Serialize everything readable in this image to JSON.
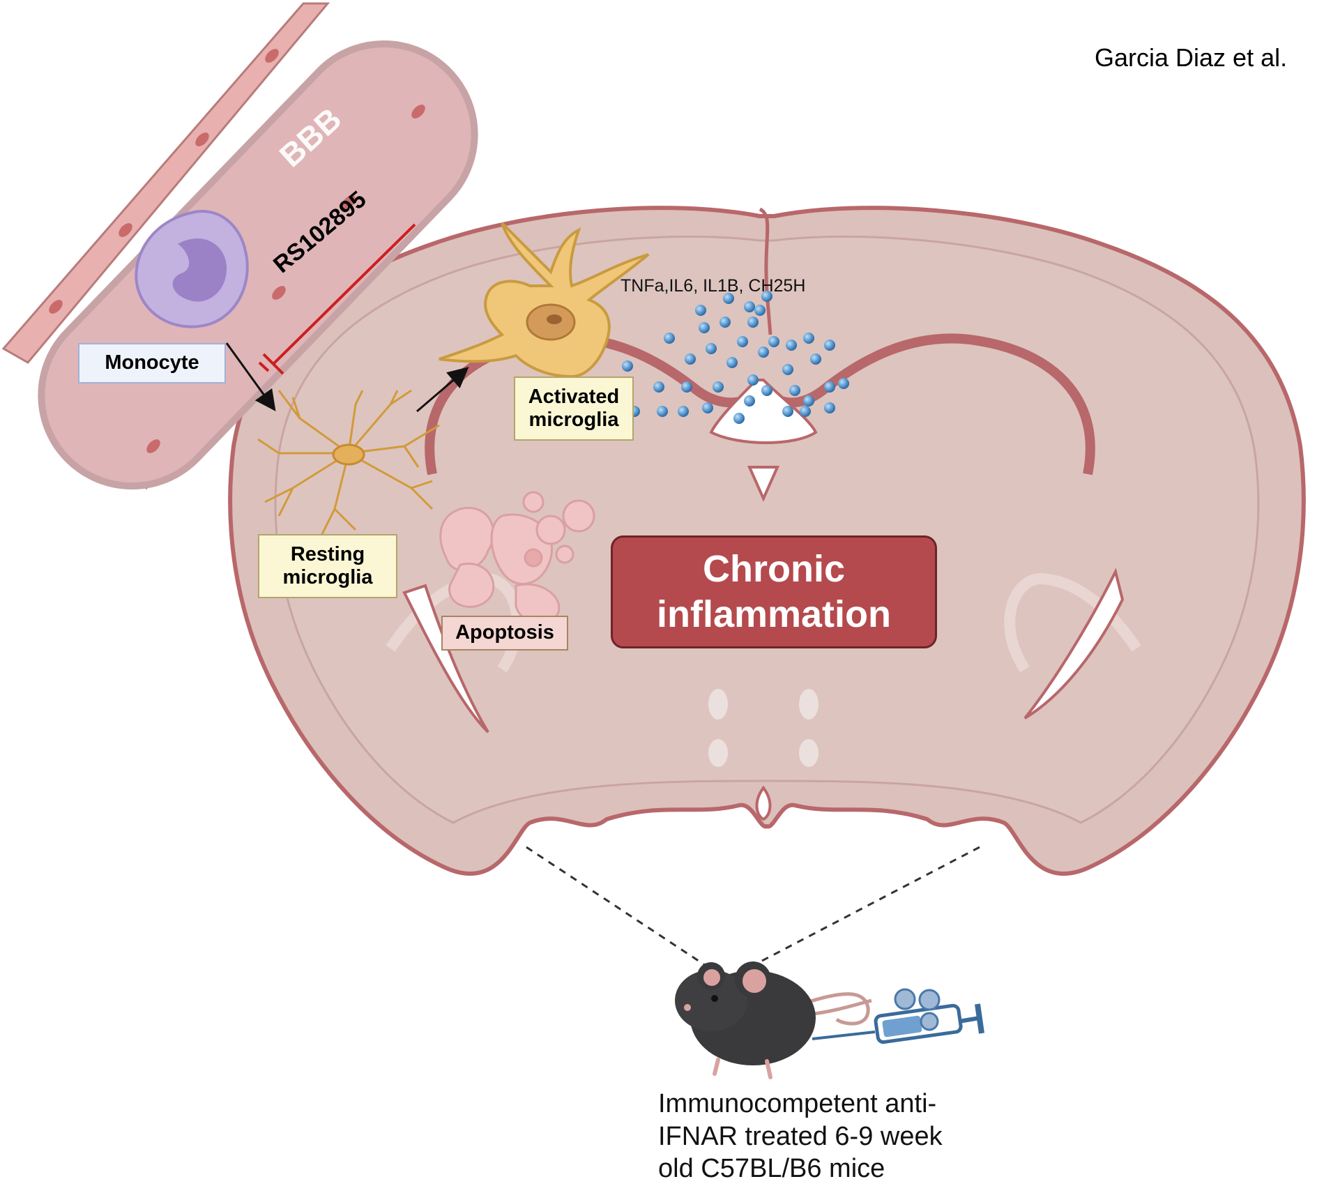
{
  "author": "Garcia Diaz et al.",
  "vessel_label": "BBB",
  "drug_label": "RS102895",
  "cytokines_label": "TNFa,IL6, IL1B, CH25H",
  "labels": {
    "monocyte": "Monocyte",
    "resting": [
      "Resting",
      "microglia"
    ],
    "activated": [
      "Activated",
      "microglia"
    ],
    "apoptosis": "Apoptosis",
    "chronic": [
      "Chronic",
      "inflammation"
    ]
  },
  "mice_caption": [
    "Immunocompetent anti-",
    "IFNAR treated 6-9 week",
    "old C57BL/B6 mice"
  ],
  "colors": {
    "brain_fill": "#d8b7b2",
    "brain_outline": "#b8676a",
    "vessel": "#d9a4a8",
    "endothelial": "#e8b0ae",
    "monocyte": "#c3b1e0",
    "microglia": "#e4b05c",
    "cytokine_dots": "#5b9ad1",
    "inhibition": "#cc1f1f",
    "chronic_box": "#b44a4d"
  }
}
